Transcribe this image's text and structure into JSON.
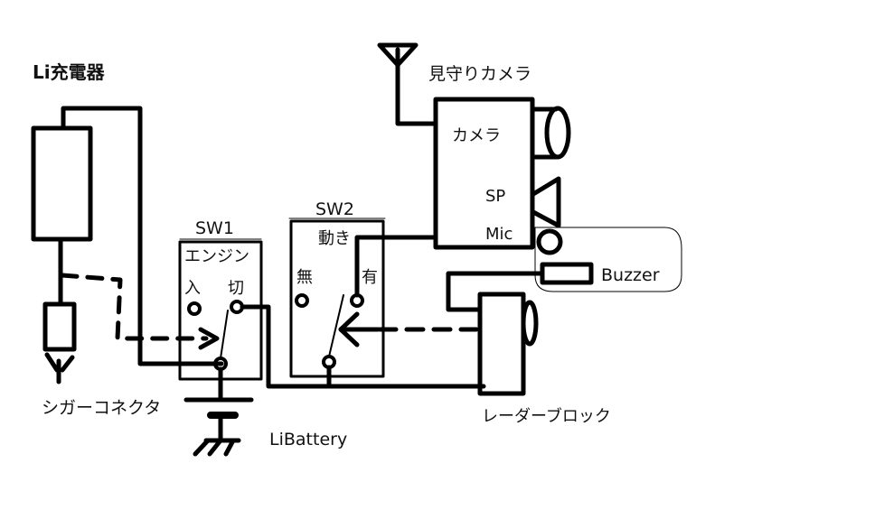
{
  "diagram": {
    "colors": {
      "line": "#000000",
      "background": "#ffffff",
      "text": "#111111"
    },
    "labels": {
      "charger": "Li充電器",
      "cigar_connector": "シガーコネクタ",
      "sw1_title": "SW1",
      "sw1_name": "エンジン",
      "sw1_on": "入",
      "sw1_off": "切",
      "sw2_title": "SW2",
      "sw2_name": "動き",
      "sw2_none": "無",
      "sw2_yes": "有",
      "battery": "LiBattery",
      "watch_camera": "見守りカメラ",
      "camera": "カメラ",
      "speaker": "SP",
      "mic": "Mic",
      "buzzer": "Buzzer",
      "radar_block": "レーダーブロック"
    },
    "icons": [
      "antenna-icon",
      "ground-icon",
      "battery-icon",
      "lens-icon",
      "speaker-icon",
      "mic-icon",
      "plug-tip-icon",
      "arrow-icon"
    ]
  }
}
